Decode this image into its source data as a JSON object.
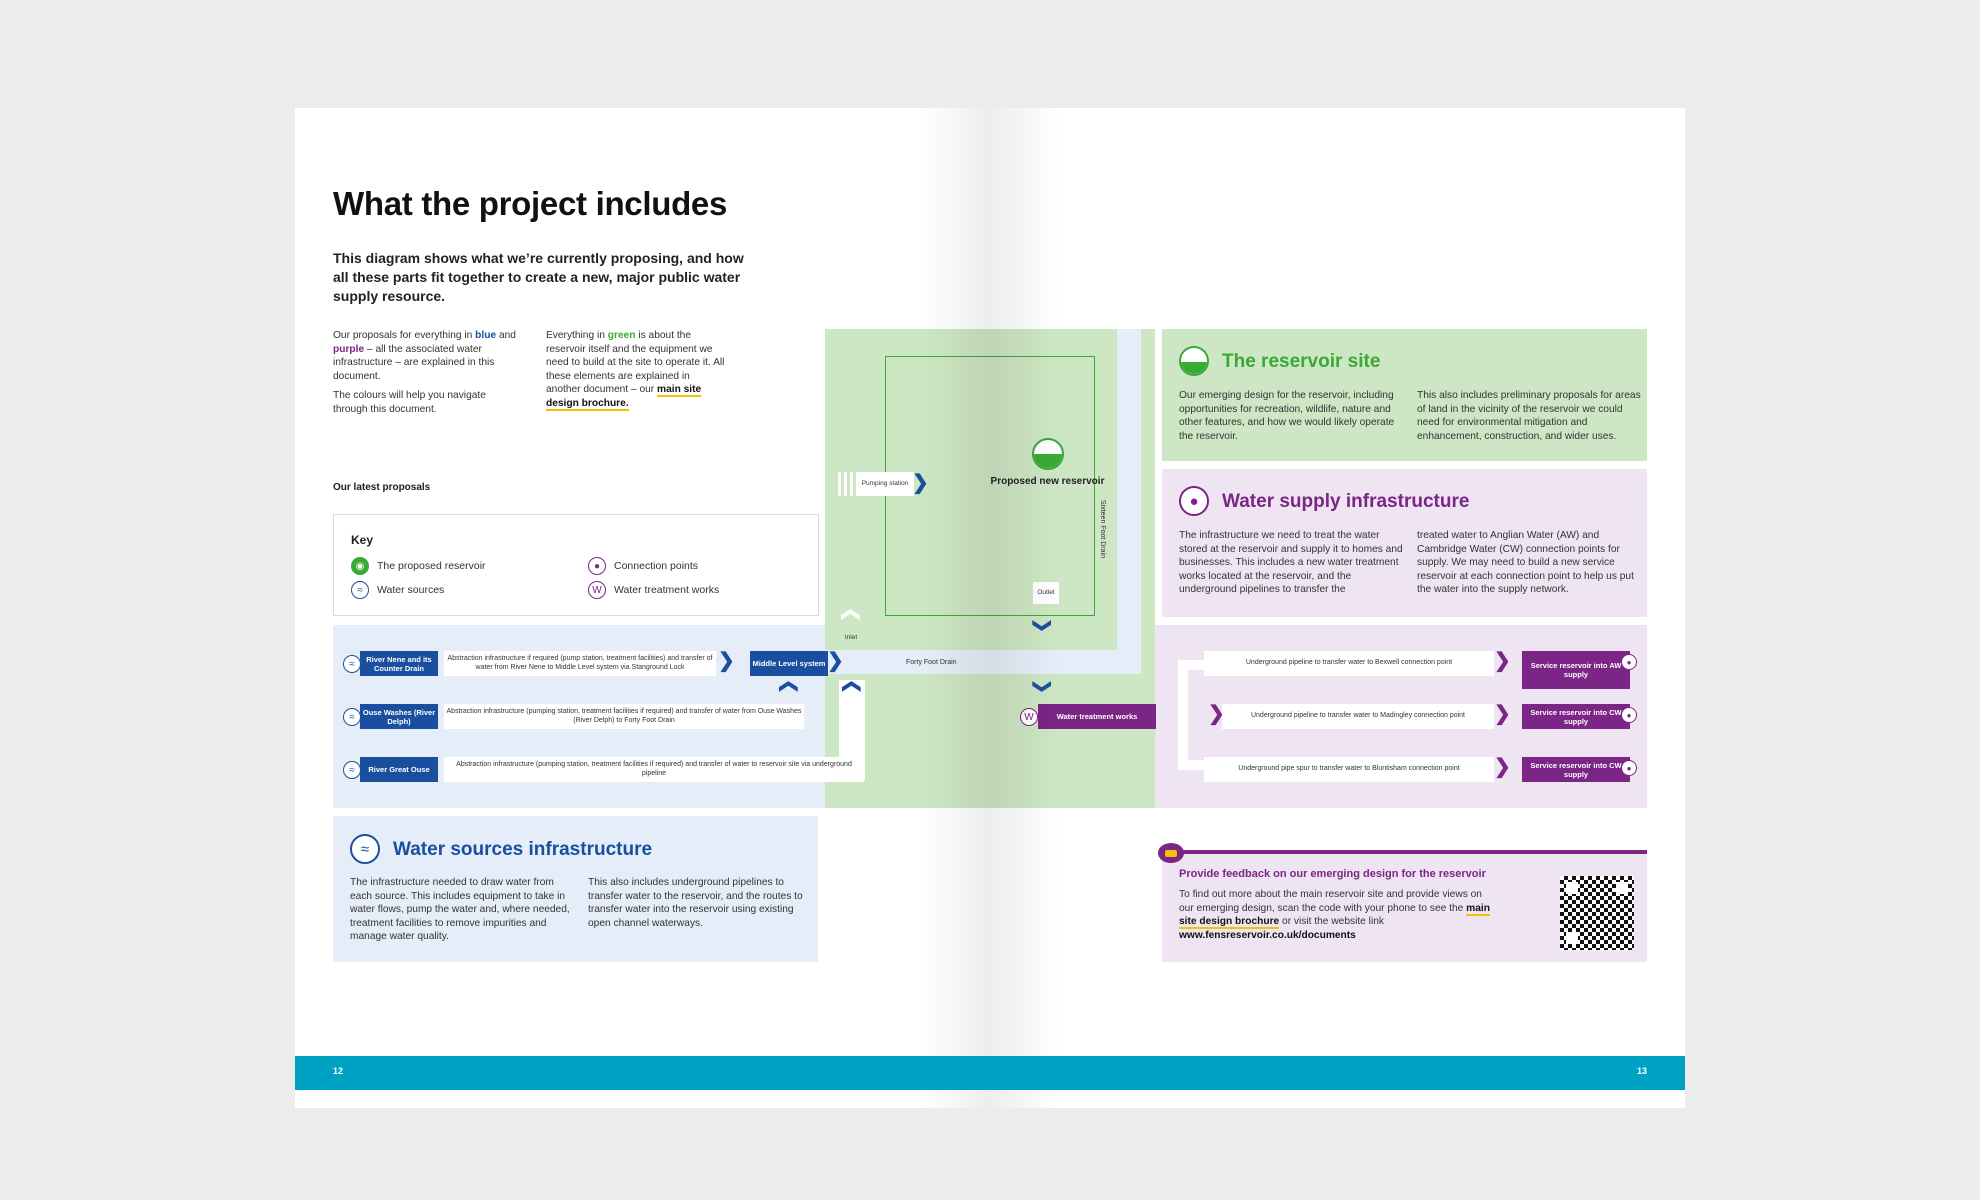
{
  "left": {
    "title": "What the project includes",
    "intro": "This diagram shows what we’re currently proposing, and how all these parts fit together to create a new, major public water supply resource.",
    "col1_a": "Our proposals for everything in",
    "col1_blue": "blue",
    "col1_and": "and",
    "col1_purple": "purple",
    "col1_b": "– all the associated water infrastructure – are explained in this document.",
    "col1_c": "The colours will help you navigate through this document.",
    "col2_a": "Everything in",
    "col2_green": "green",
    "col2_b": "is about the reservoir itself and the equipment we need to build at the site to operate it. All these elements are explained in another document – our",
    "col2_link": "main site design brochure.",
    "latest": "Our latest proposals",
    "page_number": "12"
  },
  "key": {
    "title": "Key",
    "items": [
      {
        "label": "The proposed reservoir",
        "icon": "reservoir-icon"
      },
      {
        "label": "Water sources",
        "icon": "waves-icon"
      },
      {
        "label": "Connection points",
        "icon": "drop-icon"
      },
      {
        "label": "Water treatment works",
        "icon": "w-icon",
        "glyph": "W"
      }
    ]
  },
  "diagram": {
    "sources": [
      {
        "name": "River Nene and its Counter Drain",
        "pipe": "Abstraction infrastructure if required (pump station, treatment facilities) and transfer of water from River Nene to Middle Level system via Stanground Lock"
      },
      {
        "name": "Ouse Washes (River Delph)",
        "pipe": "Abstraction infrastructure (pumping station, treatment facilities if required) and transfer of water from Ouse Washes (River Delph) to Forty Foot Drain"
      },
      {
        "name": "River Great Ouse",
        "pipe": "Abstraction infrastructure (pumping station, treatment facilities if required) and transfer of water to reservoir site via underground pipeline"
      }
    ],
    "middle_level": "Middle Level system",
    "pumping_station": "Pumping station",
    "reservoir": "Proposed new reservoir",
    "sixteen_foot": "Sixteen Foot Drain",
    "forty_foot": "Forty Foot Drain",
    "inlet": "Inlet",
    "outlet": "Outlet",
    "wtw": "Water treatment works",
    "wtw_glyph": "W",
    "outputs": [
      {
        "pipe": "Underground pipeline to transfer water to Bexwell connection point",
        "service": "Service reservoir into AW supply"
      },
      {
        "pipe": "Underground pipeline to transfer water to Madingley connection point",
        "service": "Service reservoir into CW supply"
      },
      {
        "pipe": "Underground pipe spur to transfer water to Bluntisham connection point",
        "service": "Service reservoir into CW supply"
      }
    ]
  },
  "water_sources": {
    "title": "Water sources infrastructure",
    "col1": "The infrastructure needed to draw water from each source. This includes equipment to take in water flows, pump the water and, where needed, treatment facilities to remove impurities and manage water quality.",
    "col2": "This also includes underground pipelines to transfer water to the reservoir, and the routes to transfer water into the reservoir using existing open channel waterways."
  },
  "reservoir_site": {
    "title": "The reservoir site",
    "col1": "Our emerging design for the reservoir, including opportunities for recreation, wildlife, nature and other features, and how we would likely operate the reservoir.",
    "col2": "This also includes preliminary proposals for areas of land in the vicinity of the reservoir we could need for environmental mitigation and enhancement, construction, and wider uses."
  },
  "supply": {
    "title": "Water supply infrastructure",
    "col1": "The infrastructure we need to treat the water stored at the reservoir and supply it to homes and businesses. This includes a new water treatment works located at the reservoir, and the underground pipelines to transfer the",
    "col2": "treated water to Anglian Water (AW) and Cambridge Water (CW) connection points for supply. We may need to build a new service reservoir at each connection point to help us put the water into the supply network."
  },
  "feedback": {
    "title": "Provide feedback on our emerging design for the reservoir",
    "text_a": "To find out more about the main reservoir site and provide views on our emerging design, scan the code with your phone to see the",
    "link": "main site design brochure",
    "text_b": "or visit the website link",
    "url": "www.fensreservoir.co.uk/documents"
  },
  "right_page_number": "13",
  "colors": {
    "blue": "#1a4fa0",
    "purple": "#7b2586",
    "green": "#3aa935",
    "teal": "#00a2c3",
    "yellow": "#f3c200"
  }
}
